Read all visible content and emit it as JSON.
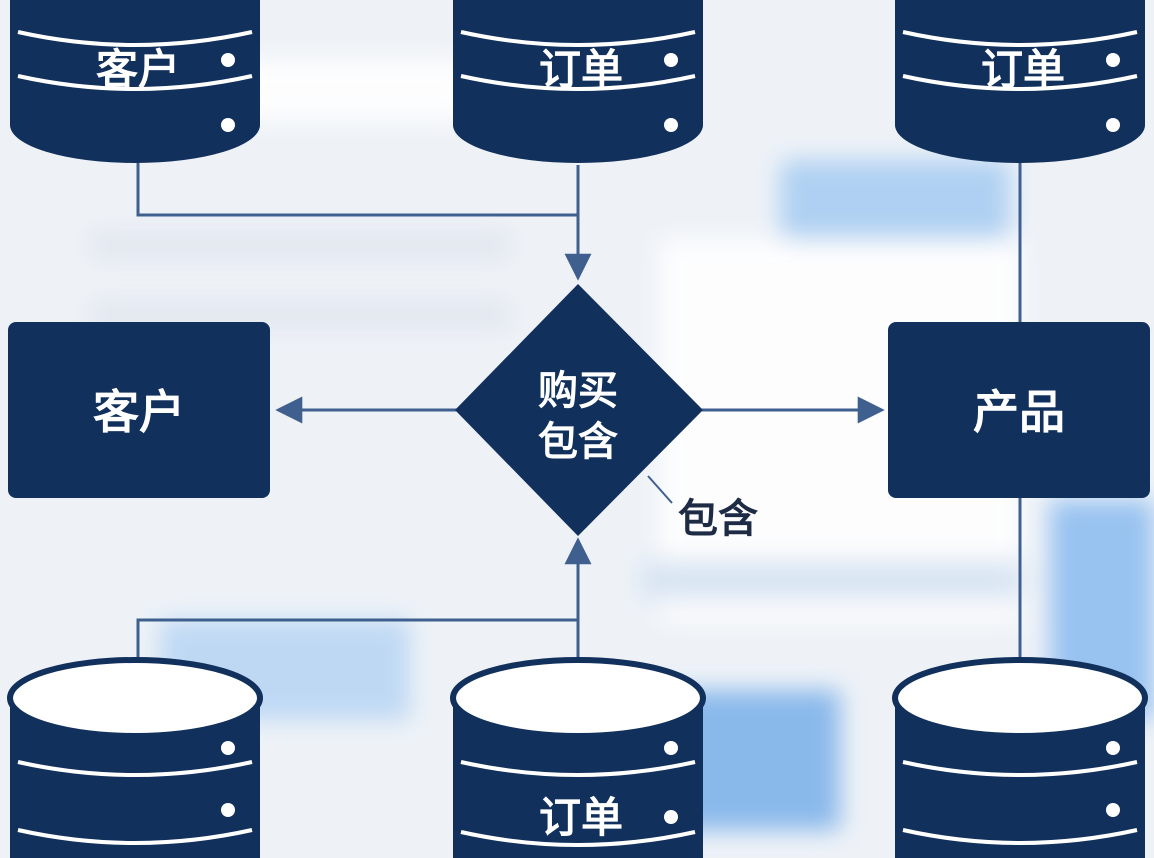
{
  "colors": {
    "node_fill": "#11305c",
    "line": "#3f5f8f",
    "label_text": "#ffffff",
    "edge_label_text": "#1d2b45",
    "background": "#eef2f7"
  },
  "diagram": {
    "databases": {
      "top_left": "客户",
      "top_center": "订单",
      "top_right": "订单",
      "bottom_left": "",
      "bottom_center": "订单",
      "bottom_right": ""
    },
    "entities": {
      "left": "客户",
      "right": "产品"
    },
    "relationship": {
      "line1": "购买",
      "line2": "包含"
    },
    "edge_label": "包含"
  }
}
